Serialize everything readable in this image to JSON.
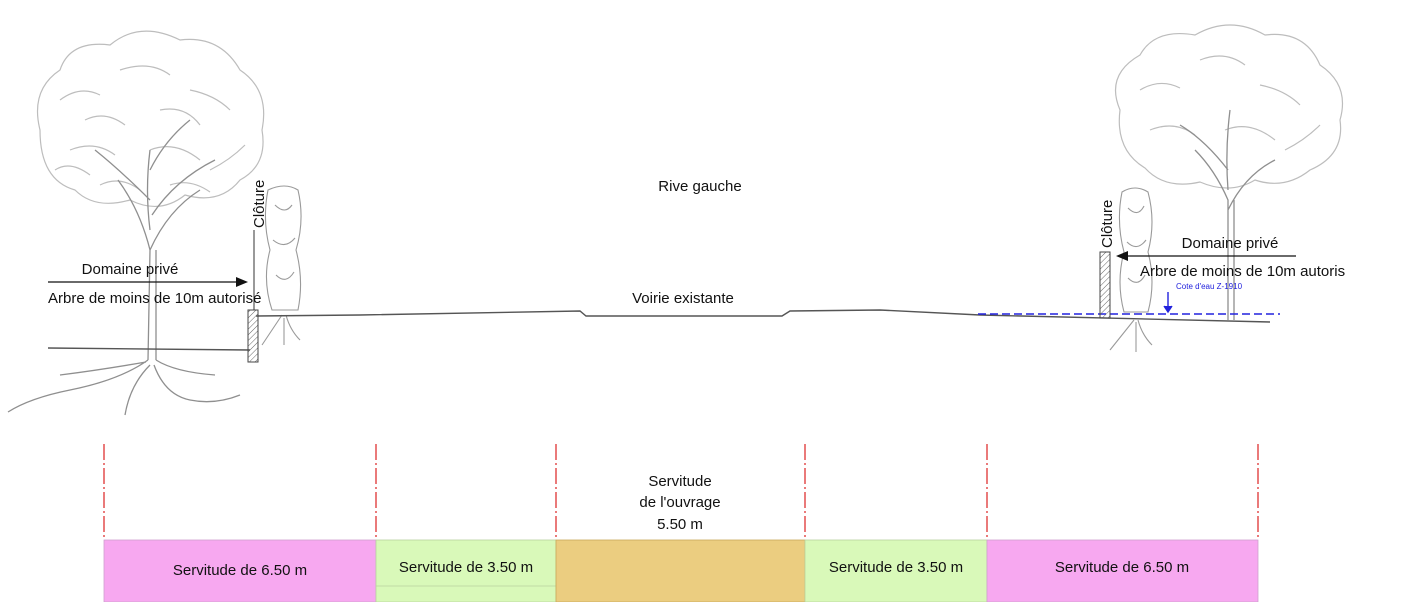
{
  "labels": {
    "rive": "Rive gauche",
    "voirie": "Voirie existante",
    "cloture_left": "Clôture",
    "cloture_right": "Clôture",
    "domaine_left": "Domaine privé",
    "domaine_right": "Domaine privé",
    "arbre_left": "Arbre de moins de 10m autorisé",
    "arbre_right": "Arbre de moins de 10m autoris",
    "cote_eau": "Cote d'eau Z-1910",
    "ouvrage_l1": "Servitude",
    "ouvrage_l2": "de l'ouvrage",
    "ouvrage_l3": "5.50  m"
  },
  "bands": [
    {
      "label": "Servitude de 6.50 m",
      "color": "#f7a8f0"
    },
    {
      "label": "Servitude de 3.50 m",
      "color": "#d9f9b9"
    },
    {
      "label": "",
      "color": "#ebcd80"
    },
    {
      "label": "Servitude de 3.50 m",
      "color": "#d9f9b9"
    },
    {
      "label": "Servitude de 6.50 m",
      "color": "#f7a8f0"
    }
  ],
  "colors": {
    "water_line": "#2222dd",
    "divider": "#dd2222",
    "ground": "#555555"
  }
}
